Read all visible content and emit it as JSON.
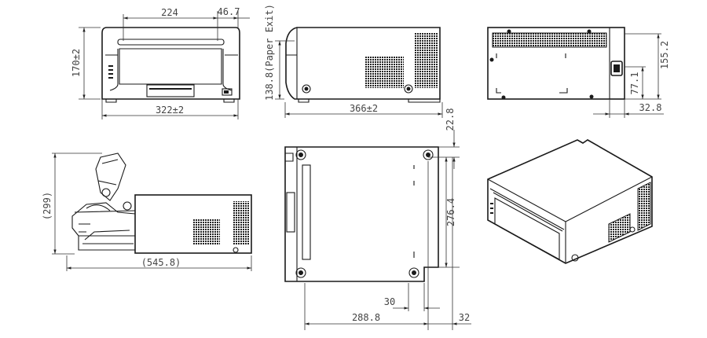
{
  "drawing": {
    "views": {
      "front": {
        "dims": {
          "slot_width": "224",
          "slot_offset": "46.7",
          "height": "170±2",
          "width": "322±2"
        }
      },
      "side": {
        "dims": {
          "paper_exit_height": "138.8(Paper Exit)",
          "depth": "366±2"
        }
      },
      "rear": {
        "dims": {
          "height": "155.2",
          "socket_height": "77.1",
          "socket_offset": "32.8"
        }
      },
      "open_tray_side": {
        "dims": {
          "height": "(299)",
          "length": "(545.8)"
        }
      },
      "top": {
        "dims": {
          "front_offset": "22.8",
          "depth": "276.4",
          "notch": "30",
          "width": "288.8",
          "side_offset": "32"
        }
      }
    },
    "line_color": "#1a1a1a"
  }
}
